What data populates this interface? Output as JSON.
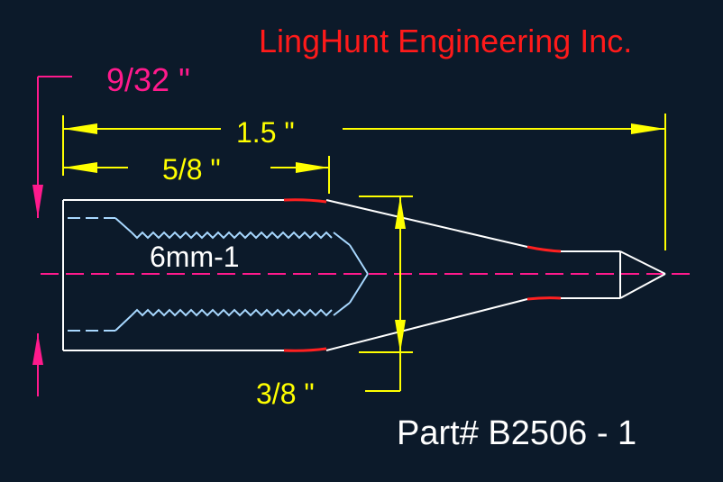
{
  "title": {
    "text": "LingHunt Engineering Inc."
  },
  "part_number": {
    "text": "Part# B2506 - 1"
  },
  "dimensions": {
    "overall_length": "1.5 \"",
    "thread_length": "5/8 \"",
    "height": "9/32 \"",
    "tip_diameter": "3/8 \""
  },
  "thread_spec": {
    "text": "6mm-1"
  },
  "colors": {
    "background": "#0c1a2a",
    "title": "#ff1a1a",
    "dimension_yellow": "#ffff00",
    "dimension_magenta": "#ff1a8c",
    "outline_white": "#ffffff",
    "thread_blue": "#a8d8ff",
    "edge_red": "#ff2020",
    "text_white": "#ffffff"
  }
}
